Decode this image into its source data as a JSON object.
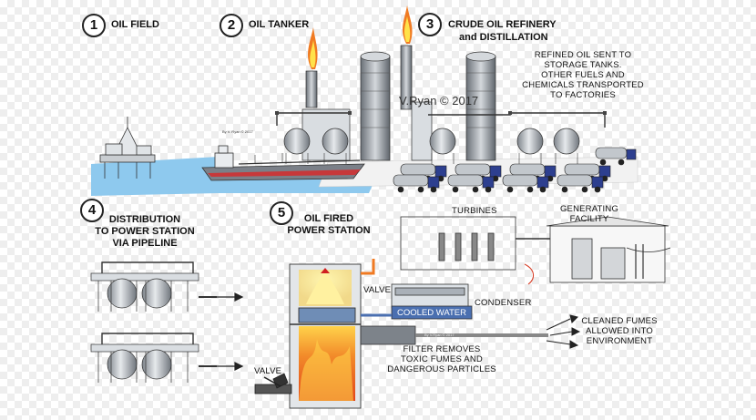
{
  "steps": [
    {
      "number": "1",
      "label": "OIL FIELD"
    },
    {
      "number": "2",
      "label": "OIL TANKER"
    },
    {
      "number": "3",
      "label_line1": "CRUDE OIL REFINERY",
      "label_line2": "and DISTILLATION"
    },
    {
      "number": "4",
      "label_line1": "DISTRIBUTION",
      "label_line2": "TO POWER STATION",
      "label_line3": "VIA PIPELINE"
    },
    {
      "number": "5",
      "label_line1": "OIL FIRED",
      "label_line2": "POWER STATION"
    }
  ],
  "refinery_note": [
    "REFINED OIL SENT TO",
    "STORAGE TANKS.",
    "OTHER FUELS AND",
    "CHEMICALS TRANSPORTED",
    "TO FACTORIES"
  ],
  "labels": {
    "turbines": "TURBINES",
    "generating_1": "GENERATING",
    "generating_2": "FACILITY",
    "valve_upper": "VALVE",
    "valve_lower": "VALVE",
    "condenser": "CONDENSER",
    "cooled_water": "COOLED WATER",
    "filter": [
      "FILTER REMOVES",
      "TOXIC FUMES AND",
      "DANGEROUS PARTICLES"
    ],
    "cleaned": [
      "CLEANED FUMES",
      "ALLOWED INTO",
      "ENVIRONMENT"
    ]
  },
  "credits": {
    "watermark": "V.Ryan © 2017",
    "small_1": "By V. Ryan © 2017",
    "small_2": "By V.Ryan © 2017"
  },
  "colors": {
    "water": "#8ec9ee",
    "flame": "#f07a22",
    "flame_yellow": "#ffe24a",
    "steel": "#a9b0b8",
    "truck_blue": "#2d3f8f",
    "cooled_water": "#4a6fb0"
  }
}
